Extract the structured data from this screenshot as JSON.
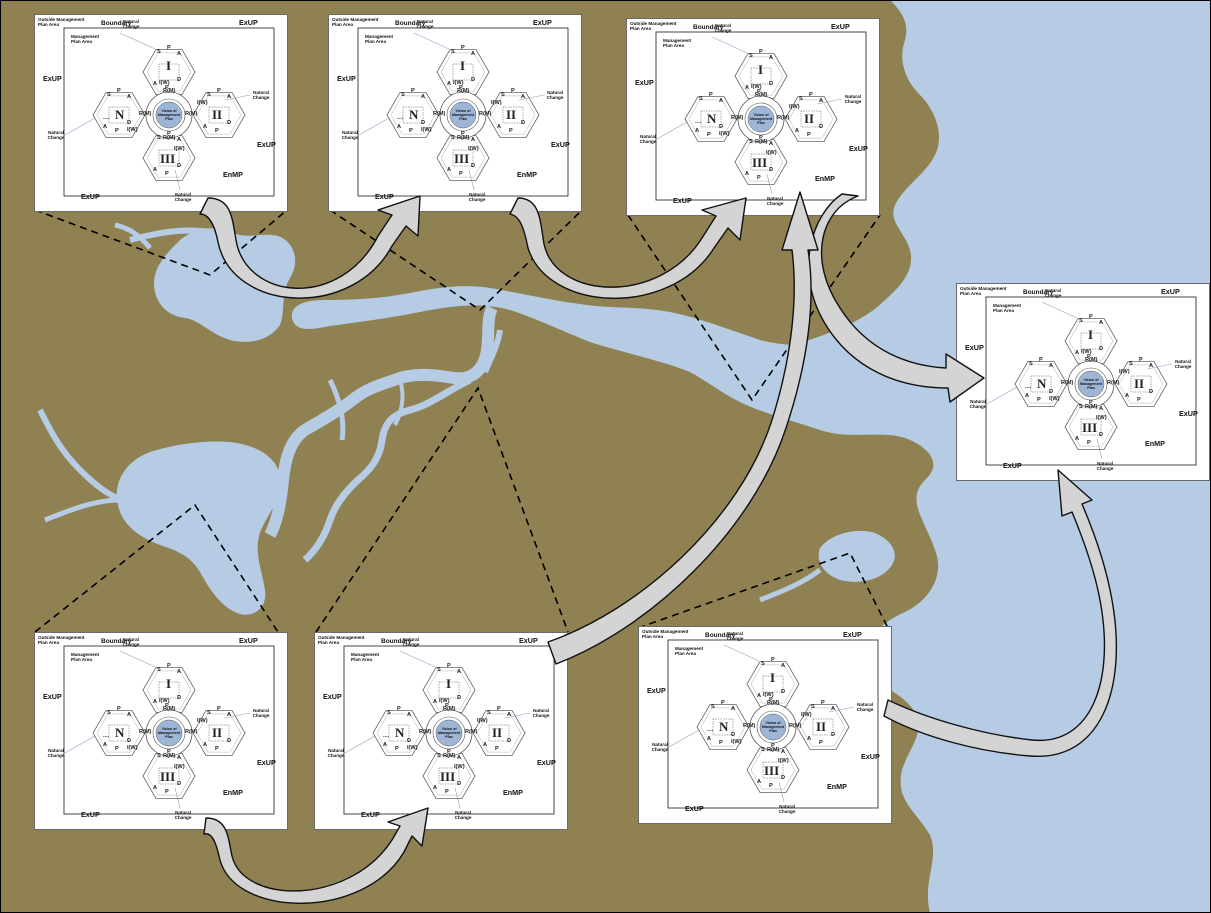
{
  "colors": {
    "land": "#8f8152",
    "water": "#b6cce4",
    "panel_bg": "#ffffff",
    "panel_border": "#6b6b6b",
    "hexagon": "#666666",
    "center_circle": "#9db6d8",
    "arrow_fill": "#d4d4d4",
    "arrow_stroke": "#111111",
    "leader_line": "#000000"
  },
  "diagram_labels": {
    "outside_area": "Outside Management Plan Area",
    "boundary": "Boundary",
    "mgmt_area": "Management Plan Area",
    "natural_change": "Natural Change",
    "exup": "ExUP",
    "enmp": "EnMP",
    "vision": "Vision of Management Plan",
    "rm": "R(M)",
    "iw": "I(W)",
    "roman_top": "I",
    "roman_right": "II",
    "roman_bottom": "III",
    "roman_left": "N",
    "roman_left_prefix": "....",
    "hex_s": "S",
    "hex_p": "P",
    "hex_a": "A",
    "hex_d": "D"
  },
  "panels": [
    {
      "id": "top-1"
    },
    {
      "id": "top-2"
    },
    {
      "id": "top-3"
    },
    {
      "id": "right"
    },
    {
      "id": "bottom-1"
    },
    {
      "id": "bottom-2"
    },
    {
      "id": "bottom-3"
    }
  ]
}
